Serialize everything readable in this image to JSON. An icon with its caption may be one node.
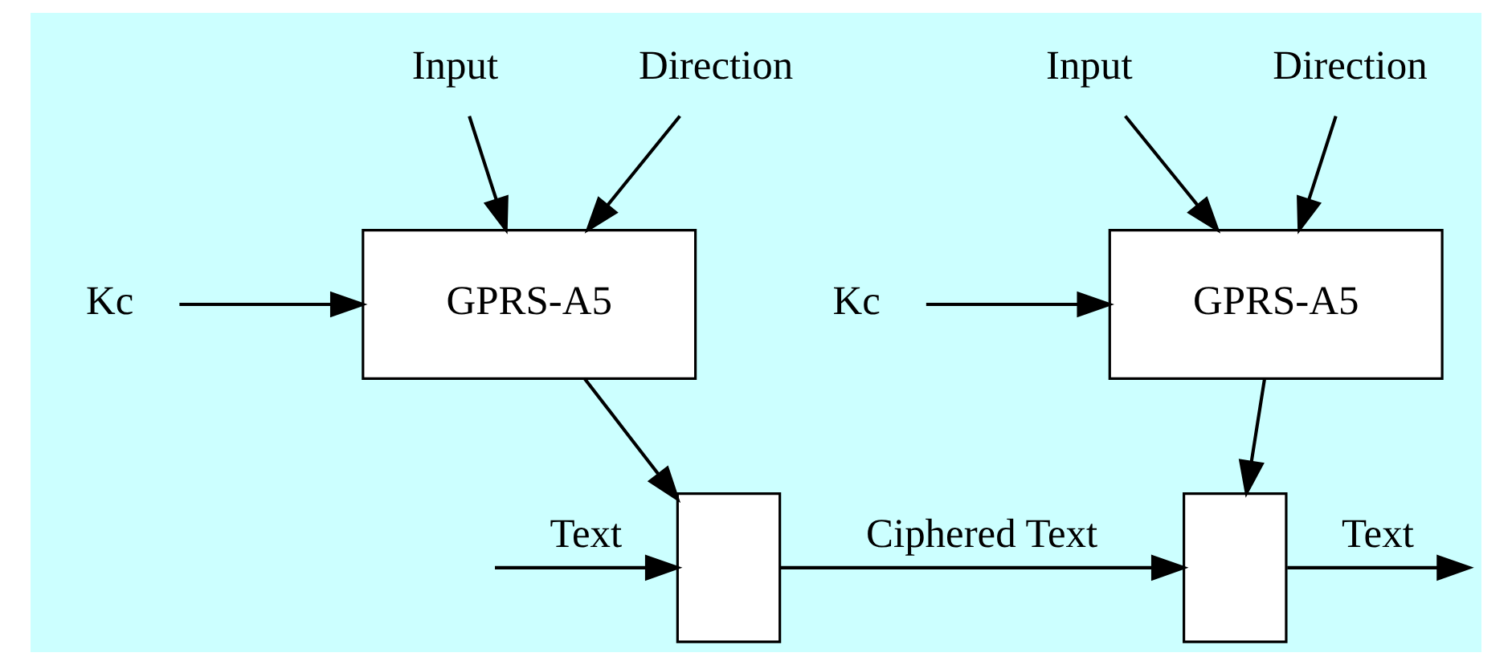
{
  "diagram": {
    "nodes": [
      {
        "text": [
          "Input"
        ]
      },
      {
        "text": [
          "Direction"
        ]
      },
      {
        "text": [
          "Kc"
        ]
      },
      {
        "text": [
          "GPRS-A5"
        ]
      },
      {
        "text": [],
        "shape": "trapezoid"
      },
      {
        "text": [
          "Input"
        ]
      },
      {
        "text": [
          "Direction"
        ]
      },
      {
        "text": [
          "Kc"
        ]
      },
      {
        "text": [
          "GPRS-A5"
        ]
      },
      {
        "text": [],
        "shape": "trapezoid"
      }
    ],
    "edges": [
      {
        "from": 0,
        "to": 3,
        "arrow": "to"
      },
      {
        "from": 1,
        "to": 3,
        "arrow": "to"
      },
      {
        "from": 2,
        "to": 3,
        "arrow": "to"
      },
      {
        "from": 3,
        "to": 4,
        "arrow": "to"
      },
      {
        "from": null,
        "to": 4,
        "arrow": "to",
        "label": "Text"
      },
      {
        "from": 4,
        "to": 9,
        "arrow": "to",
        "label": "Ciphered Text"
      },
      {
        "from": 5,
        "to": 8,
        "arrow": "to"
      },
      {
        "from": 6,
        "to": 8,
        "arrow": "to"
      },
      {
        "from": 7,
        "to": 8,
        "arrow": "to"
      },
      {
        "from": 8,
        "to": 9,
        "arrow": "to"
      },
      {
        "from": 9,
        "to": null,
        "arrow": "to",
        "label": "Text"
      }
    ]
  }
}
